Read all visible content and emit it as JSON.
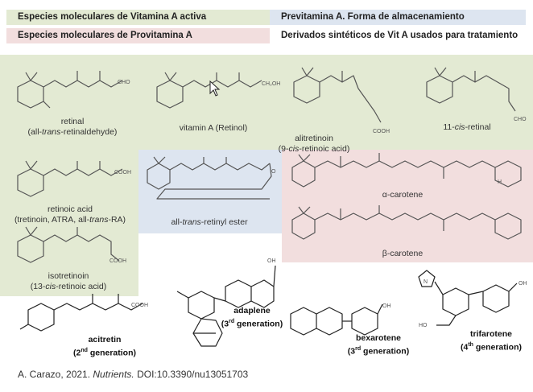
{
  "legend": {
    "active": {
      "text": "Especies moleculares de Vitamina A activa",
      "color": "#e3ead3"
    },
    "storage": {
      "text": "Previtamina A. Forma de almacenamiento",
      "color": "#dde5f0"
    },
    "provit": {
      "text": "Especies moleculares de Provitamina A",
      "color": "#f2dede"
    },
    "synthetic": {
      "text": "Derivados sintéticos de Vit A usados para tratamiento",
      "color": "#ffffff"
    }
  },
  "molecules": {
    "retinal": {
      "name": "retinal",
      "sub_pre": "(all-",
      "sub_it": "trans",
      "sub_post": "-retinaldehyde)",
      "group": "CHO"
    },
    "vitamin_a": {
      "name": "vitamin A (Retinol)",
      "group": "CH₂OH"
    },
    "alitretinoin": {
      "name": "alitretinoin",
      "sub_pre": "(9-",
      "sub_it": "cis",
      "sub_post": "-retinoic acid)",
      "group": "COOH"
    },
    "cis_retinal": {
      "name_pre": "11-",
      "name_it": "cis",
      "name_post": "-retinal",
      "group": "CHO"
    },
    "retinoic_acid": {
      "name": "retinoic acid",
      "sub_pre": "(tretinoin, ATRA, all-",
      "sub_it": "trans",
      "sub_post": "-RA)",
      "group": "COOH"
    },
    "retinyl_ester": {
      "name_pre": "all-",
      "name_it": "trans",
      "name_post": "-retinyl ester",
      "group": "O"
    },
    "alpha_carotene": {
      "name": "α-carotene",
      "h_label": "H"
    },
    "beta_carotene": {
      "name": "β-carotene"
    },
    "isotretinoin": {
      "name": "isotretinoin",
      "sub_pre": "(13-",
      "sub_it": "cis",
      "sub_post": "-retinoic acid)",
      "group": "COOH"
    },
    "acitretin": {
      "name": "acitretin",
      "gen_pre": "(2",
      "gen_sup": "nd",
      "gen_post": " generation)",
      "group": "COOH"
    },
    "adaplene": {
      "name": "adaplene",
      "gen_pre": "(3",
      "gen_sup": "rd",
      "gen_post": " generation)",
      "group": "OH"
    },
    "bexarotene": {
      "name": "bexarotene",
      "gen_pre": "(3",
      "gen_sup": "rd",
      "gen_post": " generation)",
      "group": "OH"
    },
    "trifarotene": {
      "name": "trifarotene",
      "gen_pre": "(4",
      "gen_sup": "th",
      "gen_post": " generation)",
      "group": "OH",
      "n_label": "N",
      "ho_label": "HO"
    }
  },
  "citation": {
    "pre": "A. Carazo, 2021. ",
    "journal": "Nutrients.",
    "post": " DOI:10.3390/nu13051703"
  }
}
